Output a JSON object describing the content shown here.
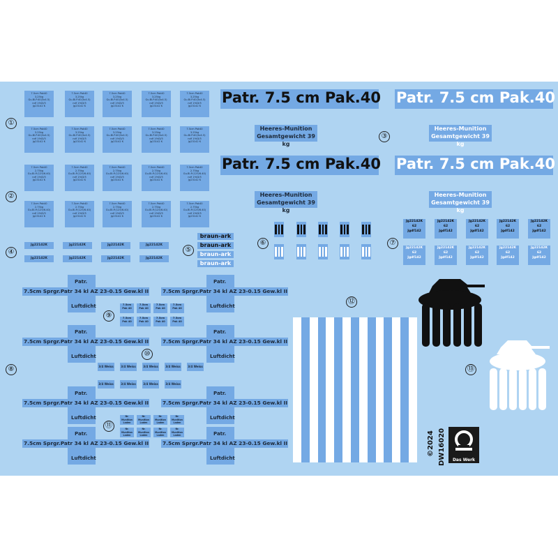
{
  "sheet": {
    "background": "#afd4f2",
    "decal_blue": "#74a9e4",
    "ink": "#1d2a3a"
  },
  "numbers": [
    "①",
    "②",
    "③",
    "④",
    "⑤",
    "⑥",
    "⑦",
    "⑧",
    "⑨",
    "⑩",
    "⑪",
    "⑫",
    "⑬"
  ],
  "pak_tiles": {
    "row_a": [
      "7.5cm Pak40",
      "3.25kg",
      "Gu.Bl.P.40(3x4.5)",
      "ndf 1943/5",
      "Jg23142 K"
    ],
    "row_b": [
      "7.5cm Pak40",
      "2.75kg",
      "Gu.Bl.P.(125/6.40)",
      "ndf 1943/5",
      "Jg23142 K"
    ]
  },
  "header_big": "Patr. 7.5 cm  Pak.40",
  "heeres": "Heeres-Munition",
  "gewicht": "Gesamtgewicht 39 kg",
  "section4_label": "Jg22142K",
  "braun": "braun-ark",
  "section7": {
    "line1": "Jg22142K",
    "line2": "62",
    "line3": "Jgdf142"
  },
  "sprgr": {
    "patr": "Patr.",
    "line": "7.5cm   Sprgr.Patr 34 kl AZ 23-0.15 Gew.kl II",
    "luftdicht": "Luftdicht"
  },
  "section9": "7.5cm Pak 40",
  "section10": "3/4 Weiss",
  "section11": "Nr. Munition Laden",
  "copyright": "©2024",
  "product_code": "DW16020",
  "logo_text": "Das Werk"
}
